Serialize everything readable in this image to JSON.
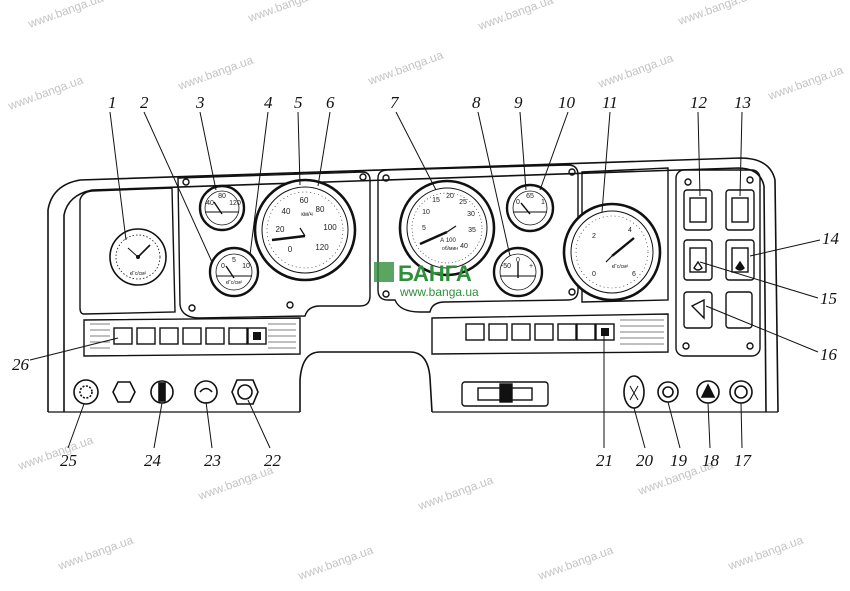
{
  "watermark": "www.banga.ua",
  "logo": {
    "text": "БАНГА",
    "url": "www.banga.ua"
  },
  "callouts": [
    "1",
    "2",
    "3",
    "4",
    "5",
    "6",
    "7",
    "8",
    "9",
    "10",
    "11",
    "12",
    "13",
    "14",
    "15",
    "16",
    "17",
    "18",
    "19",
    "20",
    "21",
    "22",
    "23",
    "24",
    "25",
    "26"
  ],
  "gauges": {
    "g1": {
      "unit": "кГс/см²"
    },
    "g3": {
      "t1": "40",
      "t2": "80",
      "t3": "120"
    },
    "g4": {
      "t1": "0",
      "t2": "5",
      "t3": "10",
      "unit": "кГс/см²"
    },
    "speedo": {
      "t1": "0",
      "t2": "20",
      "t3": "40",
      "t4": "60",
      "t5": "80",
      "t6": "100",
      "t7": "120",
      "unit": "км/ч"
    },
    "tacho": {
      "t1": "5",
      "t2": "10",
      "t3": "15",
      "t4": "20",
      "t5": "25",
      "t6": "30",
      "t7": "35",
      "t8": "40",
      "model": "А 100",
      "unit": "об/мин"
    },
    "g9": {
      "t1": "0",
      "t2": "65",
      "t3": "1"
    },
    "g8": {
      "t1": "-50",
      "t2": "0",
      "t3": "+"
    },
    "g11": {
      "t1": "0",
      "t2": "2",
      "t3": "4",
      "t4": "6",
      "unit": "кГс/см²"
    }
  }
}
